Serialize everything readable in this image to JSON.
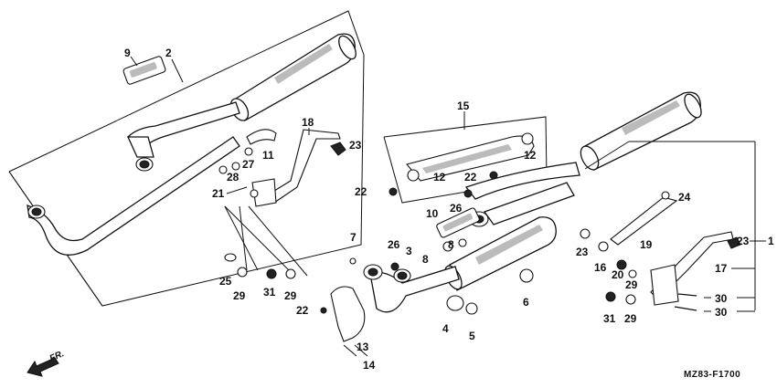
{
  "diagram_code": "MZ83-F1700",
  "direction_label": "FR.",
  "callouts": [
    {
      "id": "c1",
      "label": "1"
    },
    {
      "id": "c2",
      "label": "2"
    },
    {
      "id": "c3",
      "label": "3"
    },
    {
      "id": "c4",
      "label": "4"
    },
    {
      "id": "c5",
      "label": "5"
    },
    {
      "id": "c6",
      "label": "6"
    },
    {
      "id": "c7",
      "label": "7"
    },
    {
      "id": "c8a",
      "label": "8"
    },
    {
      "id": "c8b",
      "label": "8"
    },
    {
      "id": "c9",
      "label": "9"
    },
    {
      "id": "c10",
      "label": "10"
    },
    {
      "id": "c11",
      "label": "11"
    },
    {
      "id": "c12a",
      "label": "12"
    },
    {
      "id": "c12b",
      "label": "12"
    },
    {
      "id": "c13",
      "label": "13"
    },
    {
      "id": "c14",
      "label": "14"
    },
    {
      "id": "c15",
      "label": "15"
    },
    {
      "id": "c16",
      "label": "16"
    },
    {
      "id": "c17",
      "label": "17"
    },
    {
      "id": "c18",
      "label": "18"
    },
    {
      "id": "c19",
      "label": "19"
    },
    {
      "id": "c20",
      "label": "20"
    },
    {
      "id": "c21",
      "label": "21"
    },
    {
      "id": "c22a",
      "label": "22"
    },
    {
      "id": "c22b",
      "label": "22"
    },
    {
      "id": "c22c",
      "label": "22"
    },
    {
      "id": "c23a",
      "label": "23"
    },
    {
      "id": "c23b",
      "label": "23"
    },
    {
      "id": "c23c",
      "label": "23"
    },
    {
      "id": "c24",
      "label": "24"
    },
    {
      "id": "c25",
      "label": "25"
    },
    {
      "id": "c26a",
      "label": "26"
    },
    {
      "id": "c26b",
      "label": "26"
    },
    {
      "id": "c27",
      "label": "27"
    },
    {
      "id": "c28",
      "label": "28"
    },
    {
      "id": "c29a",
      "label": "29"
    },
    {
      "id": "c29b",
      "label": "29"
    },
    {
      "id": "c29c",
      "label": "29"
    },
    {
      "id": "c29d",
      "label": "29"
    },
    {
      "id": "c30a",
      "label": "30"
    },
    {
      "id": "c30b",
      "label": "30"
    },
    {
      "id": "c31a",
      "label": "31"
    },
    {
      "id": "c31b",
      "label": "31"
    }
  ]
}
